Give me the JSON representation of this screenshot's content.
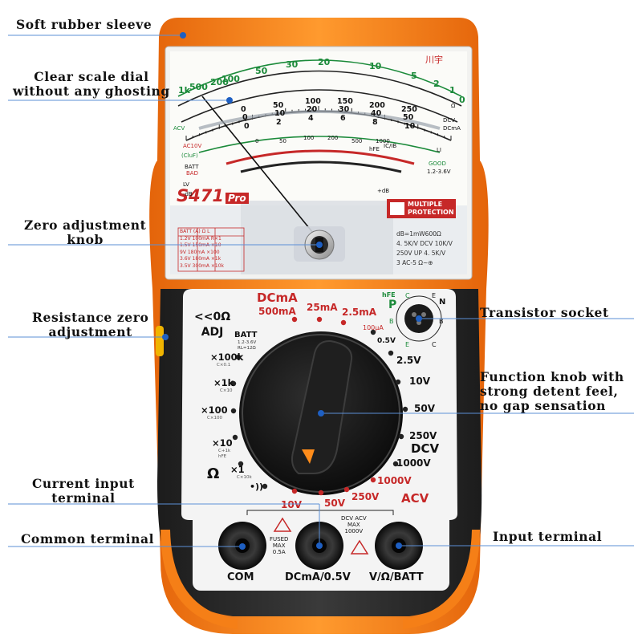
{
  "callouts": {
    "soft_rubber_sleeve": "Soft rubber sleeve",
    "clear_scale_dial_l1": "Clear scale dial",
    "clear_scale_dial_l2": "without any ghosting",
    "zero_adjustment_knob_l1": "Zero adjustment",
    "zero_adjustment_knob_l2": "knob",
    "resistance_zero_l1": "Resistance zero",
    "resistance_zero_l2": "adjustment",
    "current_input_l1": "Current input",
    "current_input_l2": "terminal",
    "common_terminal": "Common terminal",
    "transistor_socket": "Transistor socket",
    "function_knob_l1": "Function knob with",
    "function_knob_l2": "strong detent feel,",
    "function_knob_l3": "no gap sensation",
    "input_terminal": "Input terminal"
  },
  "meter": {
    "model": "S471",
    "model_suffix": "Pro",
    "brand": "川宇",
    "protection_l1": "MULTIPLE",
    "protection_l2": "PROTECTION",
    "batt_table": {
      "header": [
        "BATT",
        "(A)",
        "Ω",
        "L"
      ],
      "rows": [
        [
          "1.2V",
          "100mA",
          "R×1"
        ],
        [
          "1.5V",
          "150mA",
          "×10"
        ],
        [
          "9V",
          "180mA",
          "×100"
        ],
        [
          "3.6V",
          "180mA",
          "×1k"
        ],
        [
          "3.5V",
          "300mA",
          "×10k"
        ]
      ]
    },
    "spec_lines": [
      "dB=1mW600Ω",
      "4. 5K/V DCV 10K/V",
      "250V UP 4. 5K/V",
      "3 AC-5 Ω~⊕"
    ],
    "scale_ohm": [
      "1k",
      "500",
      "200",
      "100",
      "50",
      "30",
      "20",
      "10",
      "5",
      "2",
      "1",
      "0"
    ],
    "scale_dcv_250": [
      "0",
      "50",
      "100",
      "150",
      "200",
      "250"
    ],
    "scale_dcv_50": [
      "0",
      "10",
      "20",
      "30",
      "40",
      "50"
    ],
    "scale_dcv_10": [
      "0",
      "2",
      "4",
      "6",
      "8",
      "10"
    ],
    "scale_labels": [
      "DCV",
      "DCmA",
      "ACV",
      "AC10V",
      "(CluF)",
      "LI",
      "hFE",
      "BATT",
      "BAD",
      "GOOD",
      "1.2-3.6V",
      "LV",
      "-dB",
      "+dB",
      "IC/IB",
      "Ω"
    ],
    "hfe_scale": [
      "0",
      "50",
      "100",
      "200",
      "500",
      "1000"
    ]
  },
  "panel": {
    "zero_adj_l1": "<<0Ω",
    "zero_adj_l2": "ADJ",
    "dcma_title": "DCmA",
    "dcma_ranges": [
      "500mA",
      "25mA",
      "2.5mA"
    ],
    "ua_range": "100μA",
    "batt_label": "BATT",
    "batt_sub_l1": "1.2-3.6V",
    "batt_sub_l2": "RL=12Ω",
    "ohm_ranges": [
      {
        "label": "×100k",
        "sub": "C×0.1"
      },
      {
        "label": "×1k",
        "sub": "C×10"
      },
      {
        "label": "×100",
        "sub": "C×100"
      },
      {
        "label": "×10",
        "sub": "C+1k"
      },
      {
        "label": "×1",
        "sub": "C×10k"
      }
    ],
    "x10_hfe": "hFE",
    "ohm_symbol": "Ω",
    "beeper": "•))",
    "dcv_ranges": [
      "0.5V",
      "2.5V",
      "10V",
      "50V",
      "250V",
      "1000V"
    ],
    "dcv_title": "DCV",
    "acv_ranges": [
      "10V",
      "50V",
      "250V",
      "1000V"
    ],
    "acv_title": "ACV",
    "transistor": {
      "hfe": "hFE",
      "p": "P",
      "n": "N",
      "pins": [
        "C",
        "B",
        "E",
        "C",
        "B",
        "E"
      ]
    },
    "terminals": {
      "com": "COM",
      "dcma": "DCmA/0.5V",
      "v": "V/Ω/BATT",
      "fused_l1": "FUSED",
      "fused_l2": "MAX",
      "fused_l3": "0.5A",
      "max_l1": "DCV ACV",
      "max_l2": "MAX",
      "max_l3": "1000V"
    }
  },
  "colors": {
    "orange": "#f57f17",
    "dark_body": "#2b2b2b",
    "red_marking": "#c62828",
    "green_scale": "#1b8a3a",
    "panel_white": "#f4f4f4"
  }
}
